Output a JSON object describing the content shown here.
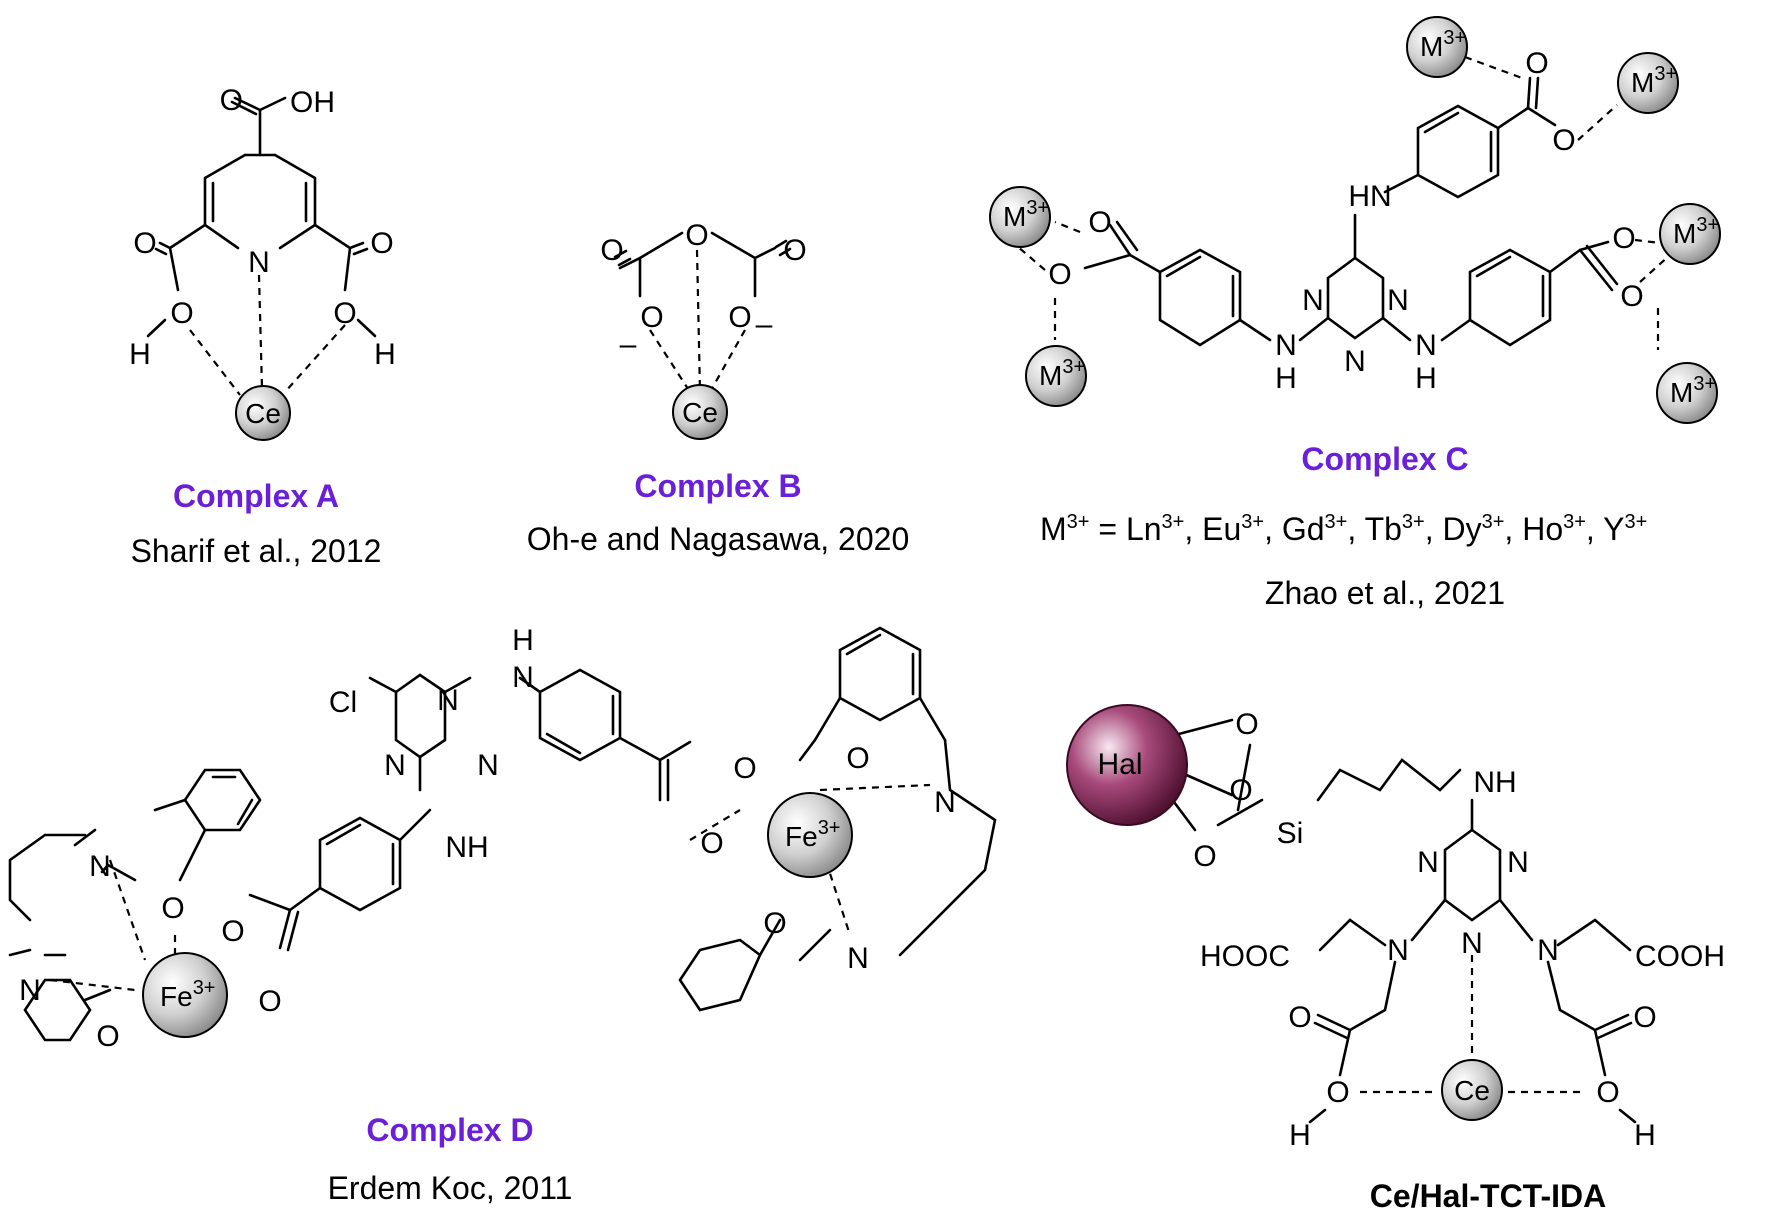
{
  "complex_a": {
    "title": "Complex A",
    "reference": "Sharif et al., 2012",
    "metal": "Ce",
    "atoms": {
      "o": "O",
      "oh": "OH",
      "n": "N",
      "h": "H"
    }
  },
  "complex_b": {
    "title": "Complex B",
    "reference": "Oh-e and Nagasawa, 2020",
    "metal": "Ce",
    "atoms": {
      "o": "O",
      "minus": "–"
    }
  },
  "complex_c": {
    "title": "Complex C",
    "metal_label": "M",
    "metal_charge": "3+",
    "atoms": {
      "o": "O",
      "n": "N",
      "hn": "HN",
      "nh_n": "N",
      "nh_h": "H"
    },
    "legend_prefix": "M",
    "legend_equals": " = ",
    "legend_items": [
      {
        "el": "Ln",
        "charge": "3+"
      },
      {
        "el": "Eu",
        "charge": "3+"
      },
      {
        "el": "Gd",
        "charge": "3+"
      },
      {
        "el": "Tb",
        "charge": "3+"
      },
      {
        "el": "Dy",
        "charge": "3+"
      },
      {
        "el": "Ho",
        "charge": "3+"
      },
      {
        "el": "Y",
        "charge": "3+"
      }
    ],
    "reference": "Zhao et al., 2021"
  },
  "complex_d": {
    "title": "Complex D",
    "reference": "Erdem Koc, 2011",
    "metal_label": "Fe",
    "metal_charge": "3+",
    "atoms": {
      "cl": "Cl",
      "n": "N",
      "h": "H",
      "nh": "NH",
      "o": "O"
    }
  },
  "ce_hal": {
    "title": "Ce/Hal-TCT-IDA",
    "support": "Hal",
    "metal": "Ce",
    "atoms": {
      "si": "Si",
      "nh": "NH",
      "n": "N",
      "o": "O",
      "h": "H",
      "hooc": "HOOC",
      "cooh": "COOH"
    }
  },
  "colors": {
    "title": "#6a1fd8",
    "ball_gray": "#c8c8c8",
    "hal_purple": "#7a1c4e"
  }
}
